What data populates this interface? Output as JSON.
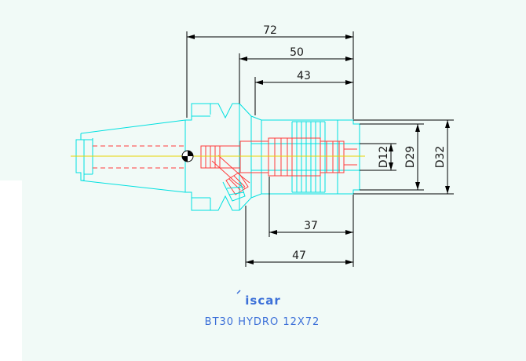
{
  "drawing": {
    "background": "#f1faf7",
    "colors": {
      "body": "#00e0e0",
      "internal": "#ff3b3b",
      "centerline": "#e8d400",
      "dimension": "#000000",
      "caption": "#3b6fd8"
    },
    "dimensions": {
      "d72": "72",
      "d50": "50",
      "d43": "43",
      "d37": "37",
      "d47": "47",
      "dD12": "D12",
      "dD29": "D29",
      "dD32": "D32"
    },
    "logo": "iscar",
    "caption": "BT30 HYDRO 12X72"
  }
}
